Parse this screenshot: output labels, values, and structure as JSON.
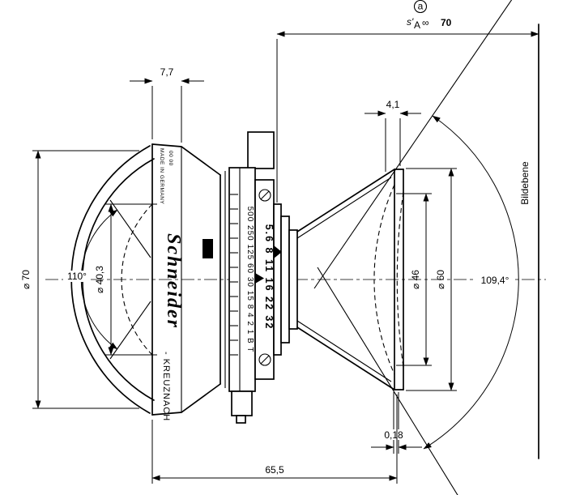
{
  "drawing": {
    "dimensions": {
      "front_rim_width": "7,7",
      "front_diameter": "⌀ 70",
      "front_field_angle": "110°",
      "front_inner_diameter": "⌀ 40,3",
      "rear_rim_width": "4,1",
      "rear_glass_diameter": "⌀ 46",
      "rear_rim_diameter": "⌀ 60",
      "rear_field_angle": "109,4°",
      "rear_vertex_gap": "0,18",
      "overall_length": "65,5"
    },
    "image_distance": {
      "prefix": "s'",
      "subscript": "A",
      "infinity": "∞",
      "value": "70",
      "marker": "a"
    },
    "image_plane": {
      "label": "Bildebene"
    },
    "engravings": {
      "made_in": "MADE IN GERMANY",
      "serial": "00 00",
      "brand": "Schneider",
      "city": "- KREUZNACH"
    },
    "scales": {
      "shutter_speeds": "500 250 125 60 30 15 8 4 2 1 B T",
      "apertures": "5.6 8 11 16 22 32"
    }
  }
}
